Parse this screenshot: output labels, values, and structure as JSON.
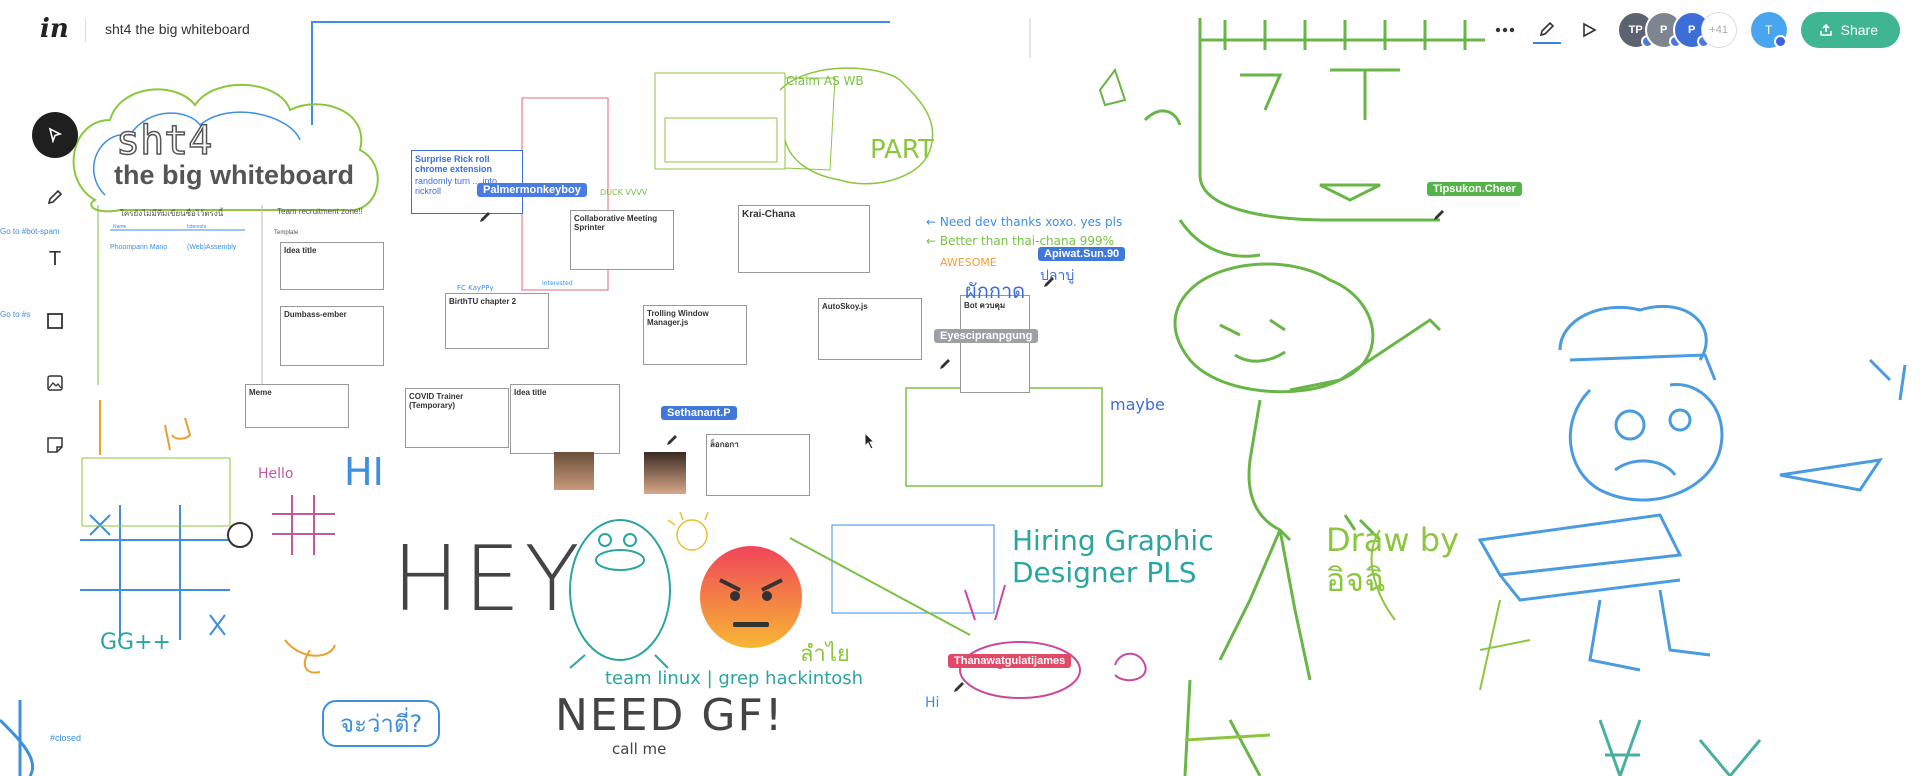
{
  "header": {
    "logo_text": "in",
    "board_title": "sht4 the big whiteboard",
    "avatars": [
      {
        "initials": "TP",
        "color": "#5b6270",
        "dot": "#4a78e0"
      },
      {
        "initials": "P",
        "color": "#7e8591",
        "dot": "#4a78e0"
      },
      {
        "initials": "P",
        "color": "#3d6ed8",
        "dot": "#4a78e0"
      }
    ],
    "more_count": "+41",
    "me_initial": "T",
    "share_label": "Share"
  },
  "toolbar": {
    "select": "select-tool",
    "pen": "pen-tool",
    "text": "T",
    "shape": "shape-tool",
    "image": "image-tool",
    "sticky": "sticky-note-tool"
  },
  "board": {
    "title_line1": "sht4",
    "title_line2": "the big whiteboard",
    "cursors": [
      {
        "name": "Palmermonkeyboy",
        "color": "#4a7be0"
      },
      {
        "name": "Tipsukon.Cheer",
        "color": "#54b448"
      },
      {
        "name": "Apiwat.Sun.90",
        "color": "#3f78d8"
      },
      {
        "name": "Eyescipranpgung",
        "color": "#9aa0a6"
      },
      {
        "name": "Sethanant.P",
        "color": "#3f78d8"
      },
      {
        "name": "Thanawatgulatijames",
        "color": "#e04a68"
      }
    ],
    "left_texts": [
      "Go to #bot-spam",
      "Go to #s",
      "#closed"
    ],
    "section_labels": [
      "ใครยังไม่มีทีมเขียนชื่อไว้ตรงนี้",
      "Team recruitment zone!!",
      "Template"
    ],
    "table_header": [
      "Name",
      "Interests"
    ],
    "table_row": [
      "Phoomparin Mano",
      "(Web)Assembly"
    ],
    "cards": [
      {
        "title": "Surprise Rick roll chrome extension",
        "sub": "randomly turn ... into rickroll"
      },
      {
        "title": "Idea title"
      },
      {
        "title": "Dumbass-ember"
      },
      {
        "title": "BirthTU chapter 2"
      },
      {
        "title": "Collaborative Meeting Sprinter"
      },
      {
        "title": "Krai-Chana"
      },
      {
        "title": "Trolling Window Manager.js"
      },
      {
        "title": "AutoSkoy.js"
      },
      {
        "title": "Bot ควบคุม"
      },
      {
        "title": "Meme"
      },
      {
        "title": "COVID Trainer (Temporary)"
      },
      {
        "title": "Idea title"
      },
      {
        "title": "ล็อกอกา"
      }
    ],
    "handwriting": [
      "← Need dev thanks xoxo. yes pls",
      "← Better than thai-chana 999%",
      "AWESOME",
      "DUCK VVVV",
      "FC KayPPy",
      "Interested",
      "Claim AS WB",
      "PART",
      "Hello",
      "HI",
      "HEY",
      "team linux | grep hackintosh",
      "NEED GF!",
      "call me",
      "Hiring Graphic Designer PLS",
      "Draw by อิจฉิ",
      "ลำไย",
      "จะว่าตี่?",
      "GG++",
      "Hi",
      "#closed",
      "maybe",
      "ผักกาด",
      "ปลาบู่"
    ],
    "emoji": "angry-face"
  }
}
